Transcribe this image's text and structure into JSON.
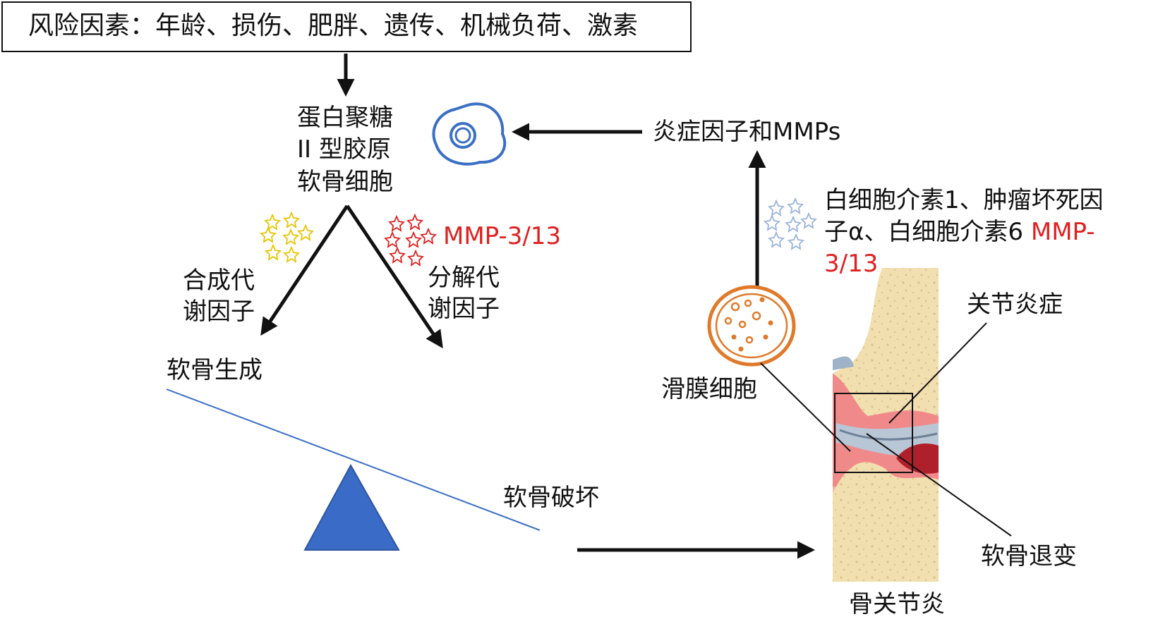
{
  "risk_factors": "风险因素：年龄、损伤、肥胖、遗传、机械负荷、激素",
  "matrix": {
    "line1": "蛋白聚糖",
    "line2": "II 型胶原",
    "line3": "软骨细胞"
  },
  "anabolic": {
    "line1": "合成代",
    "line2": "谢因子"
  },
  "catabolic": {
    "line1": "分解代",
    "line2": "谢因子"
  },
  "mmp_left": "MMP-3/13",
  "cartilage_formation": "软骨生成",
  "cartilage_destruction": "软骨破坏",
  "inflammatory": "炎症因子和MMPs",
  "cytokines": {
    "line1": "白细胞介素1、肿瘤坏死因",
    "line2_black": "子α、白细胞介素6 ",
    "line2_red": "MMP-",
    "line3_red": "3/13"
  },
  "synovial_cell": "滑膜细胞",
  "joint_inflammation": "关节炎症",
  "cartilage_degeneration": "软骨退变",
  "osteoarthritis": "骨关节炎",
  "colors": {
    "arrow": "#111111",
    "highlight_red": "#e02020",
    "cell_blue": "#3a6fc4",
    "balance_line": "#3a6fc4",
    "fulcrum": "#3a6bc7",
    "synovial_orange": "#e07a2a",
    "star_yellow": "#e8c400",
    "star_red": "#e02020",
    "star_blue": "#9bb3dc",
    "bone": "#f2dfb0",
    "inflamed": "#f08a8a"
  }
}
